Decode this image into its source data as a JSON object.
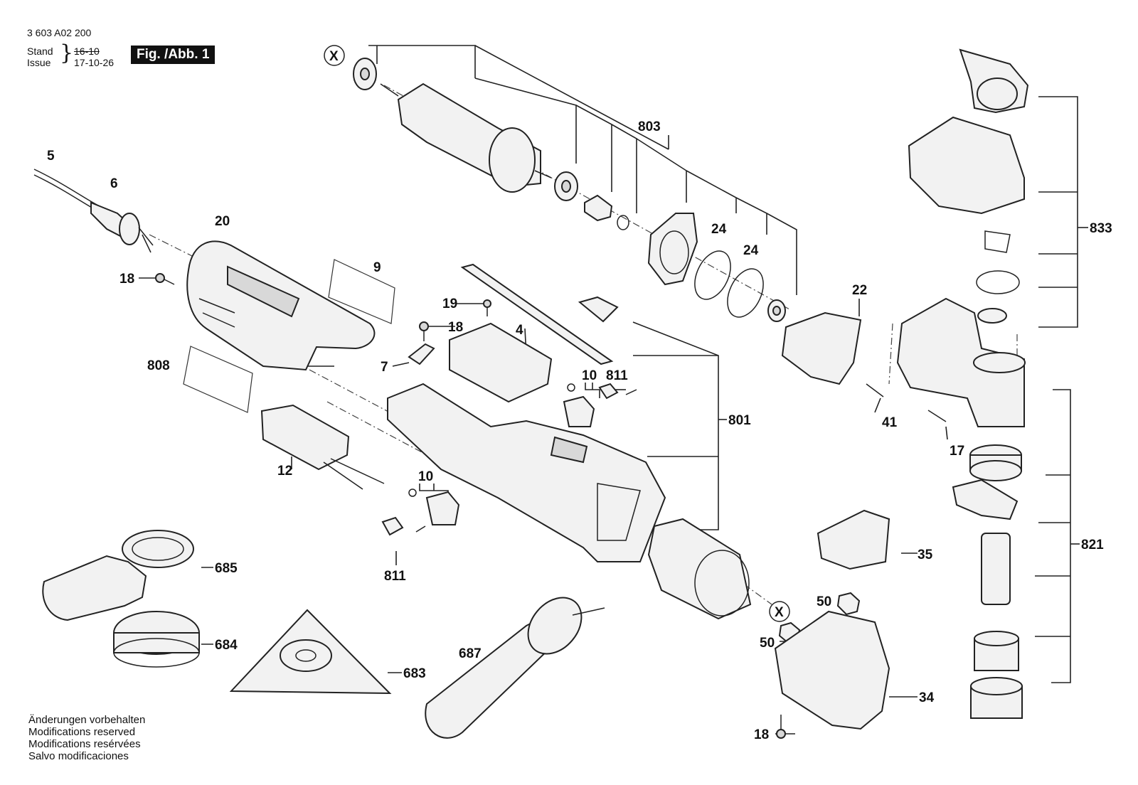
{
  "header": {
    "part_number": "3 603 A02 200",
    "stand_label": "Stand",
    "stand_value": "16-10",
    "issue_label": "Issue",
    "issue_value": "17-10-26",
    "figure_label": "Fig. /Abb. 1"
  },
  "footer": {
    "line1": "Änderungen vorbehalten",
    "line2": "Modifications reserved",
    "line3": "Modifications resérvées",
    "line4": "Salvo modificaciones"
  },
  "callouts": {
    "c5": "5",
    "c6": "6",
    "c20": "20",
    "c18a": "18",
    "c9": "9",
    "c808": "808",
    "c12": "12",
    "c19": "19",
    "c18b": "18",
    "c4": "4",
    "c7": "7",
    "c10a": "10",
    "c811a": "811",
    "c10b": "10",
    "c811b": "811",
    "c801": "801",
    "c803": "803",
    "c24a": "24",
    "c24b": "24",
    "c22": "22",
    "c41": "41",
    "c17": "17",
    "c833": "833",
    "c821": "821",
    "c35": "35",
    "c50a": "50",
    "c50b": "50",
    "c34": "34",
    "c18c": "18",
    "c685": "685",
    "c684": "684",
    "c683": "683",
    "c687": "687",
    "x1": "X",
    "x2": "X"
  }
}
